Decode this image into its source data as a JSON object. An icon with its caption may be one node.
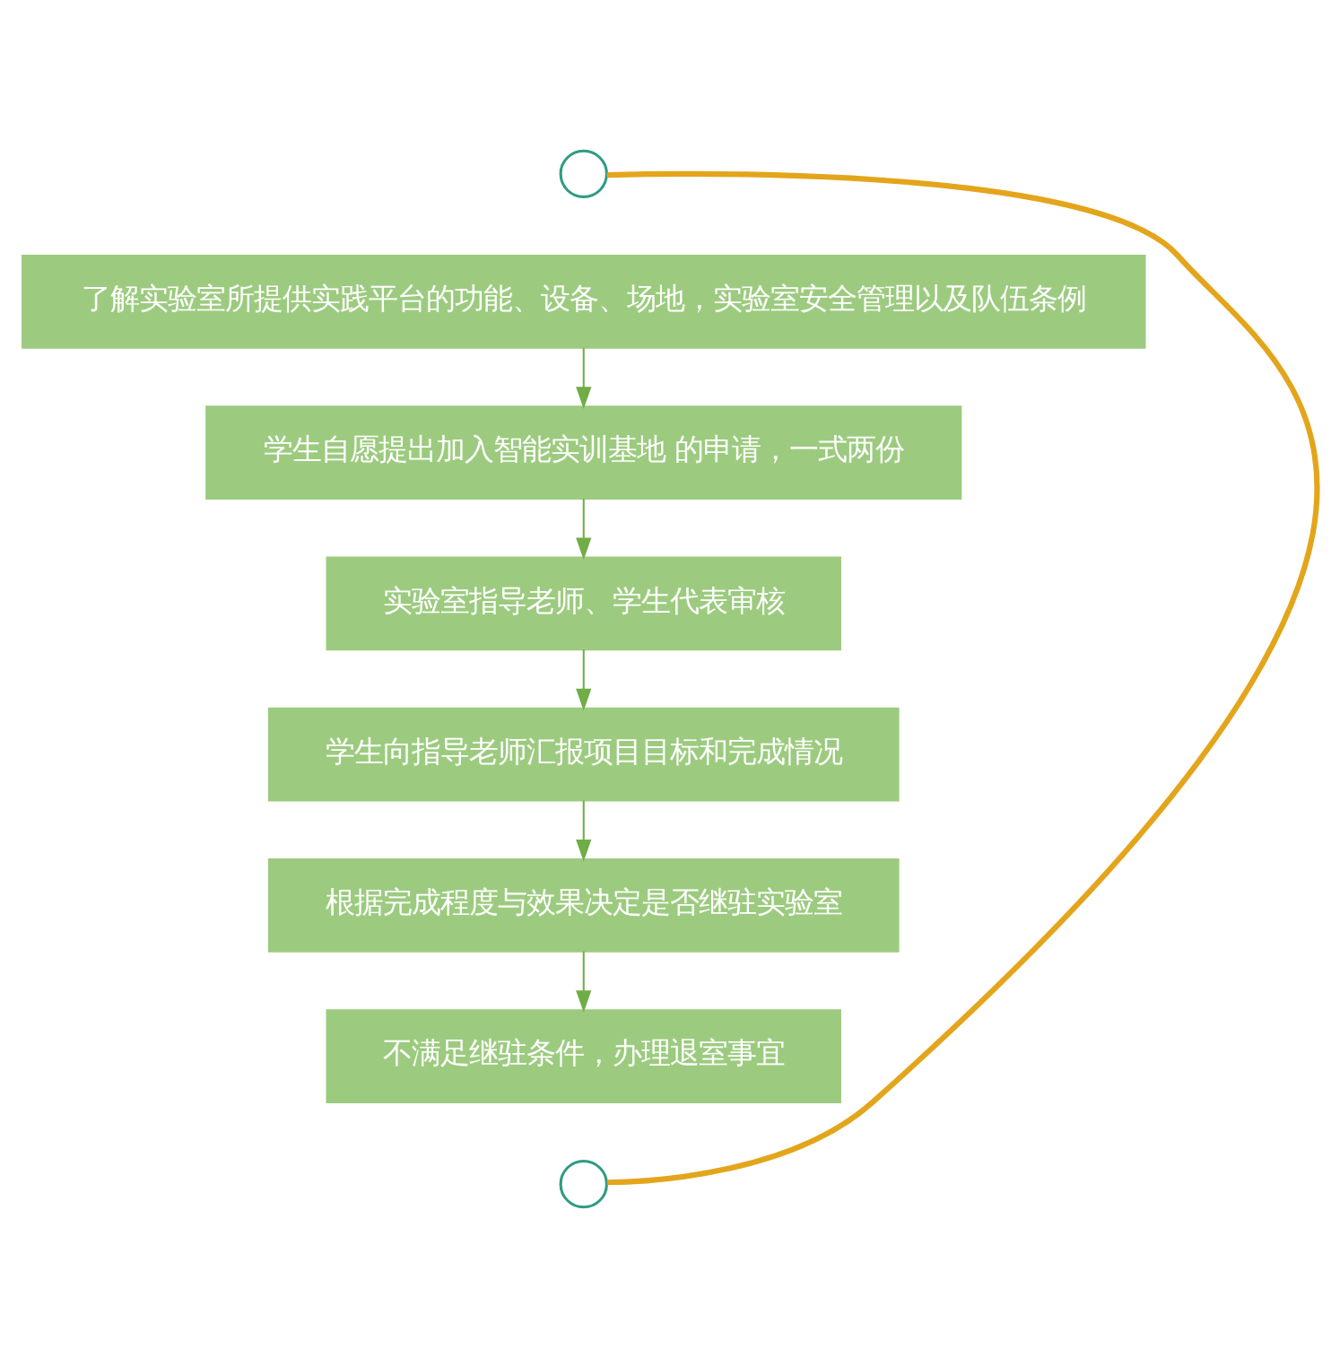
{
  "diagram": {
    "nodes": [
      {
        "text": [],
        "shape": "circle"
      },
      {
        "text": [
          "了解实验室所提供实践平台的功能、设备、场地，实验室安全管理以及队伍条例"
        ]
      },
      {
        "text": [
          "学生自愿提出加入智能实训基地 的申请，一式两份"
        ]
      },
      {
        "text": [
          "实验室指导老师、学生代表审核"
        ]
      },
      {
        "text": [
          "学生向指导老师汇报项目目标和完成情况"
        ]
      },
      {
        "text": [
          "根据完成程度与效果决定是否继驻实验室"
        ]
      },
      {
        "text": [
          "不满足继驻条件，办理退室事宜"
        ]
      },
      {
        "text": [],
        "shape": "circle"
      }
    ],
    "edges": [
      {
        "from": 1,
        "to": 2,
        "arrow": "to"
      },
      {
        "from": 2,
        "to": 3,
        "arrow": "to"
      },
      {
        "from": 3,
        "to": 4,
        "arrow": "to"
      },
      {
        "from": 4,
        "to": 5,
        "arrow": "to"
      },
      {
        "from": 5,
        "to": 6,
        "arrow": "to"
      },
      {
        "from": 0,
        "to": 7,
        "arrow": "none",
        "style": "thick",
        "color": "#e3a51b"
      }
    ]
  }
}
